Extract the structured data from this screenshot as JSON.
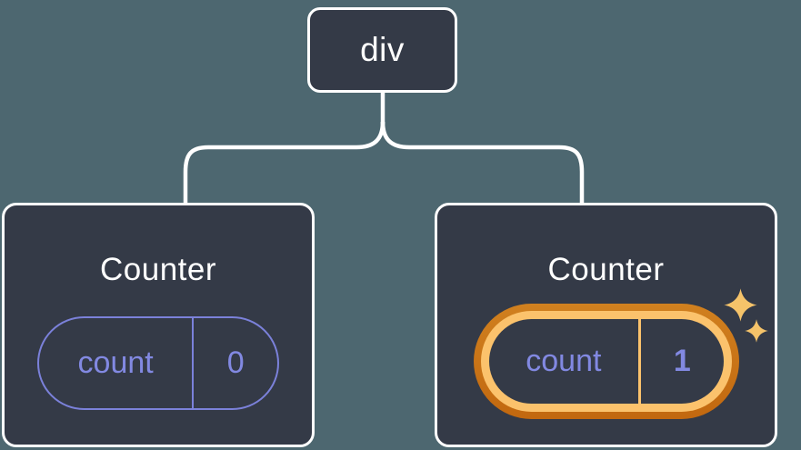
{
  "page": {
    "description": "React component tree diagram showing state preservation",
    "background_color": "#4D6770"
  },
  "tree": {
    "root": {
      "label": "div"
    },
    "children": [
      {
        "title": "Counter",
        "state_key": "count",
        "state_value": "0",
        "highlighted": false
      },
      {
        "title": "Counter",
        "state_key": "count",
        "state_value": "1",
        "highlighted": true
      }
    ]
  },
  "icons": {
    "sparkle": "four-point-star"
  },
  "colors": {
    "background": "#4D6770",
    "card_background": "#343A47",
    "card_border": "#FFFFFF",
    "connector_line": "#FFFFFF",
    "node_text": "#FFFFFF",
    "state_pill_border": "#7B81DA",
    "state_text": "#8289E2",
    "highlight_ring_outer_top": "#D0801F",
    "highlight_ring_outer_bottom": "#C2680F",
    "highlight_ring_inner": "#FBC26C",
    "sparkle": "#F5C36A"
  }
}
